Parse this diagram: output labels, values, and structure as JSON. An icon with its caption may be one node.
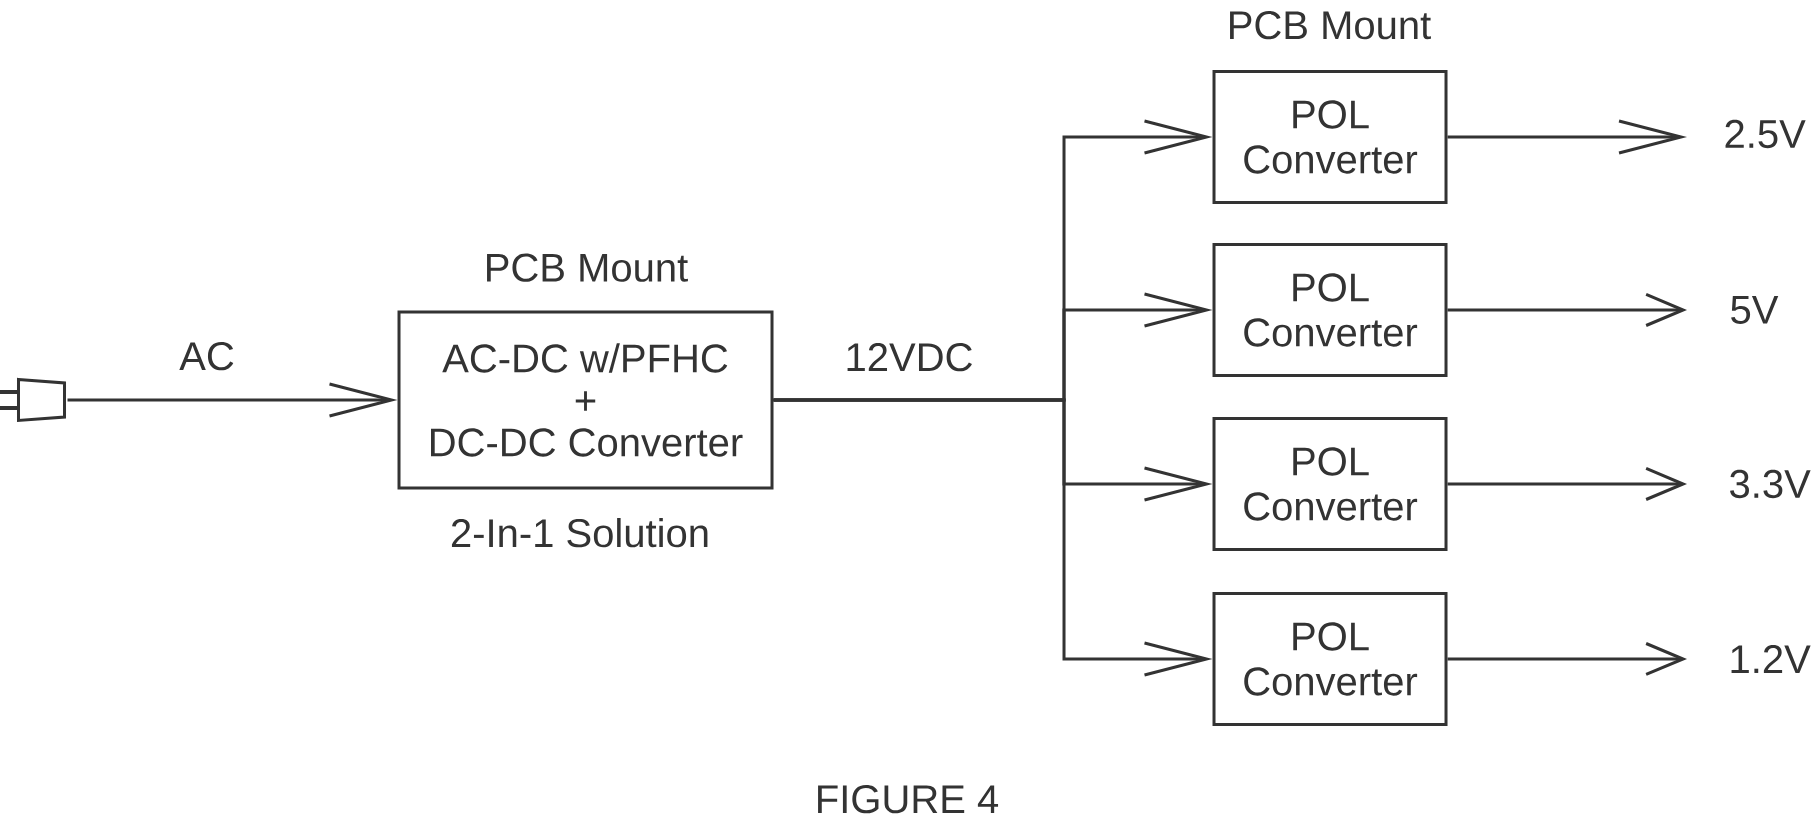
{
  "diagram": {
    "caption": "FIGURE 4",
    "nodes": [
      {
        "text": [],
        "shape": "plug"
      },
      {
        "text": [
          "PCB Mount",
          "AC-DC w/PFHC + DC-DC Converter"
        ],
        "beside": [
          "2-In-1 Solution"
        ]
      },
      {
        "text": [
          "PCB Mount",
          "POL Converter"
        ]
      },
      {
        "text": [
          "POL Converter"
        ]
      },
      {
        "text": [
          "POL Converter"
        ]
      },
      {
        "text": [
          "POL Converter"
        ]
      },
      {
        "text": [
          "2.5V"
        ]
      },
      {
        "text": [
          "5V"
        ]
      },
      {
        "text": [
          "3.3V"
        ]
      },
      {
        "text": [
          "1.2V"
        ]
      }
    ],
    "edges": [
      {
        "from": 0,
        "to": 1,
        "arrow": "to",
        "label": "AC"
      },
      {
        "from": 1,
        "to": 2,
        "arrow": "to",
        "label": "12VDC"
      },
      {
        "from": 1,
        "to": 3,
        "arrow": "to"
      },
      {
        "from": 1,
        "to": 4,
        "arrow": "to"
      },
      {
        "from": 1,
        "to": 5,
        "arrow": "to"
      },
      {
        "from": 2,
        "to": 6,
        "arrow": "to"
      },
      {
        "from": 3,
        "to": 7,
        "arrow": "to"
      },
      {
        "from": 4,
        "to": 8,
        "arrow": "to"
      },
      {
        "from": 5,
        "to": 9,
        "arrow": "to"
      }
    ]
  }
}
